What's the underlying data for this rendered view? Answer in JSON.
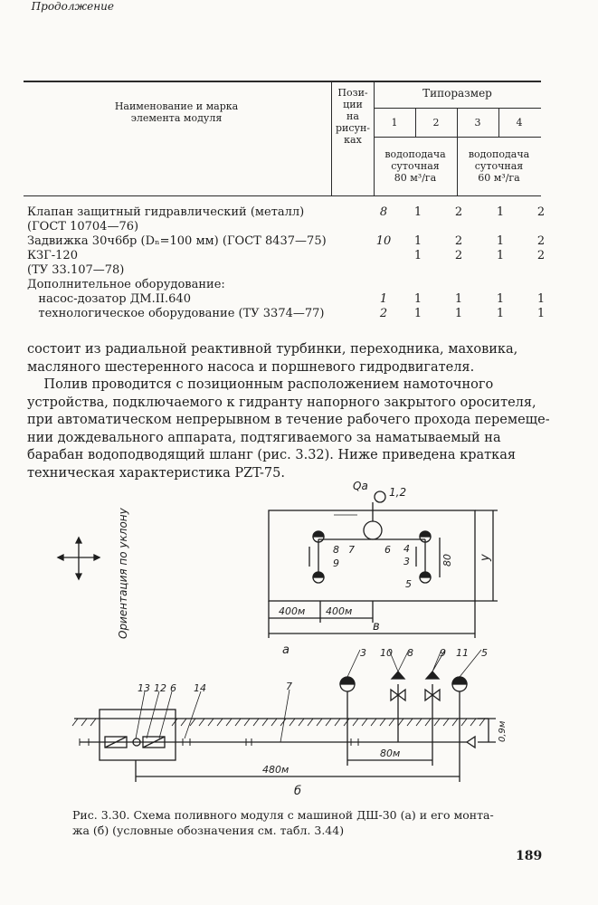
{
  "page": {
    "continuation": "Продолжение",
    "number": "189"
  },
  "table": {
    "header": {
      "name_line1": "Наименование и марка",
      "name_line2": "элемента модуля",
      "pos_lines": [
        "Пози-",
        "ции",
        "на",
        "рисун-",
        "ках"
      ],
      "typesize": "Типоразмер",
      "columns": [
        "1",
        "2",
        "3",
        "4"
      ],
      "group_a": [
        "водоподача",
        "суточная",
        "80 м³/га"
      ],
      "group_b": [
        "водоподача",
        "суточная",
        "60 м³/га"
      ]
    },
    "rows": [
      {
        "name": "Клапан защитный гидравлический (металл)",
        "pos": "8",
        "v": [
          "1",
          "2",
          "1",
          "2"
        ]
      },
      {
        "name": "(ГОСТ 10704—76)",
        "pos": "",
        "v": [
          "",
          "",
          "",
          ""
        ]
      },
      {
        "name": "Задвижка 30ч6бр (Dₙ=100 мм) (ГОСТ 8437—75)",
        "pos": "10",
        "v": [
          "1",
          "2",
          "1",
          "2"
        ]
      },
      {
        "name": "КЗГ-120",
        "pos": "",
        "v": [
          "1",
          "2",
          "1",
          "2"
        ]
      },
      {
        "name": "(ТУ 33.107—78)",
        "pos": "",
        "v": [
          "",
          "",
          "",
          ""
        ]
      },
      {
        "name": "Дополнительное оборудование:",
        "pos": "",
        "v": [
          "",
          "",
          "",
          ""
        ]
      },
      {
        "name": "   насос-дозатор ДМ.II.640",
        "pos": "1",
        "v": [
          "1",
          "1",
          "1",
          "1"
        ]
      },
      {
        "name": "   технологическое оборудование (ТУ 3374—77)",
        "pos": "2",
        "v": [
          "1",
          "1",
          "1",
          "1"
        ]
      }
    ]
  },
  "text": {
    "para1": [
      "состоит из радиальной реактивной турбинки, переходника, маховика,",
      "масляного шестеренного насоса и поршневого гидродвигателя."
    ],
    "para2": [
      "    Полив проводится с позиционным расположением намоточного",
      "устройства, подключаемого к гидранту напорного закрытого оросителя,",
      "при автоматическом непрерывном в течение рабочего прохода перемеще-",
      "нии дождевального аппарата, подтягиваемого за наматываемый на",
      "барабан водоподводящий шланг (рис. 3.32). Ниже приведена краткая",
      "техническая характеристика PZT-75."
    ]
  },
  "figure": {
    "orientation_label": "Ориентация по уклону",
    "plan": {
      "flow_label": "Qа",
      "flow_marks": "1,2",
      "marks": [
        "8",
        "7",
        "6",
        "4",
        "3",
        "5",
        "9"
      ],
      "dim_80": "80",
      "dim_y": "у",
      "dim_400_a": "400м",
      "dim_400_b": "400м",
      "dim_b": "в",
      "sublabel": "а"
    },
    "section": {
      "top_marks": [
        "3",
        "10",
        "8",
        "9",
        "11",
        "5"
      ],
      "left_marks": [
        "13",
        "12",
        "6",
        "14"
      ],
      "pipe_mark": "7",
      "dim_depth": "0,9м",
      "dim_80": "80м",
      "dim_480": "480м",
      "sublabel": "б"
    },
    "caption": [
      "Рис. 3.30. Схема поливного модуля с машиной ДШ-30 (а) и его монта-",
      "жа (б) (условные обозначения см. табл. 3.44)"
    ]
  }
}
